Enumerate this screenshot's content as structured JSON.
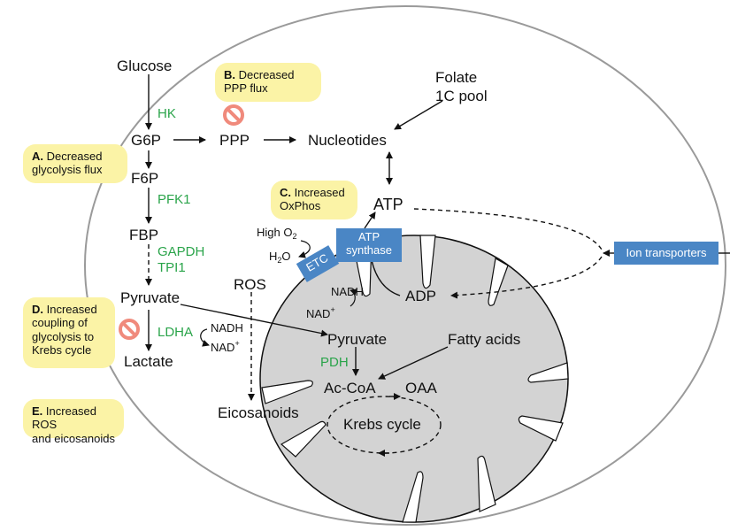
{
  "metabolites": {
    "glucose": "Glucose",
    "g6p": "G6P",
    "f6p": "F6P",
    "fbp": "FBP",
    "pyruvate_cyto": "Pyruvate",
    "lactate": "Lactate",
    "ppp": "PPP",
    "nucleotides": "Nucleotides",
    "folate_line1": "Folate",
    "folate_line2": "1C pool",
    "atp": "ATP",
    "adp": "ADP",
    "ros": "ROS",
    "eicosanoids": "Eicosanoids",
    "pyruvate_mito": "Pyruvate",
    "fatty_acids": "Fatty acids",
    "acetyl_coa": "Ac-CoA",
    "oaa": "OAA",
    "krebs": "Krebs cycle",
    "high_o2_prefix": "High O",
    "o2_subscript": "2",
    "h2o_prefix": "H",
    "h2o_subscript": "2",
    "h2o_suffix": "O",
    "nadh_cyto": "NADH",
    "nad_cyto": "NAD",
    "nad_sup": "+",
    "nadh_mito": "NADH",
    "nad_mito": "NAD"
  },
  "enzymes": {
    "hk": "HK",
    "pfk1": "PFK1",
    "gapdh": "GAPDH",
    "tpi1": "TPI1",
    "ldha": "LDHA",
    "pdh": "PDH"
  },
  "proteins": {
    "etc": "ETC",
    "atp_synthase_line1": "ATP",
    "atp_synthase_line2": "synthase",
    "ion_transporters": "Ion transporters"
  },
  "notes": {
    "a_letter": "A.",
    "a_text1": "Decreased",
    "a_text2": "glycolysis flux",
    "b_letter": "B.",
    "b_text1": "Decreased",
    "b_text2": "PPP flux",
    "c_letter": "C.",
    "c_text1": "Increased",
    "c_text2": "OxPhos",
    "d_letter": "D.",
    "d_text1": "Increased",
    "d_text2": "coupling of",
    "d_text3": "glycolysis to",
    "d_text4": "Krebs cycle",
    "e_letter": "E.",
    "e_text1": "Increased ROS",
    "e_text2": "and eicosanoids"
  },
  "colors": {
    "enzyme_green": "#2aa44a",
    "note_yellow": "#fbf3a6",
    "protein_blue": "#4a86c5",
    "mito_gray": "#d3d3d3",
    "inhibit_red": "#f08a7c",
    "cell_outline": "#9a9a9a"
  },
  "icons": {
    "inhibit": "no-entry-icon"
  }
}
